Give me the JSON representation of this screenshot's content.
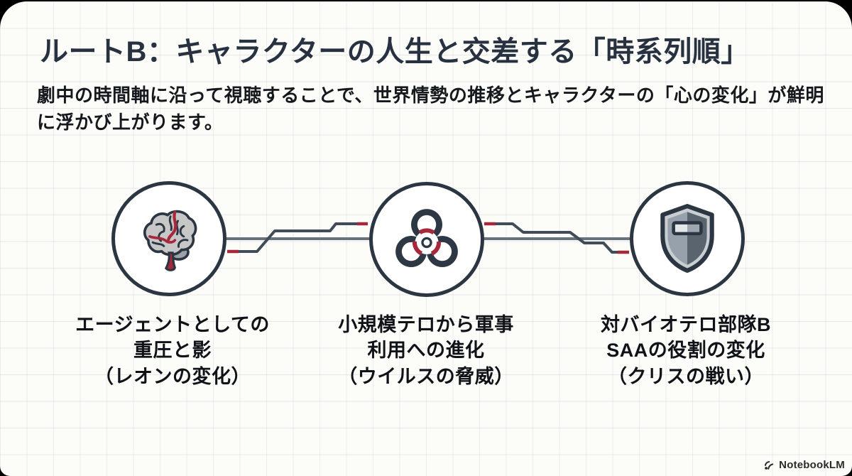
{
  "slide": {
    "title": "ルートB：キャラクターの人生と交差する「時系列順」",
    "subtitle": "劇中の時間軸に沿って視聴することで、世界情勢の推移とキャラクターの「心の変化」が鮮明に浮かび上がります。",
    "nodes": [
      {
        "icon": "brain-icon",
        "caption": "エージェントとしての\n重圧と影\n（レオンの変化）"
      },
      {
        "icon": "biohazard-icon",
        "caption": "小規模テロから軍事\n利用への進化\n（ウイルスの脅威）"
      },
      {
        "icon": "shield-icon",
        "caption": "対バイオテロ部隊B\nSAAの役割の変化\n（クリスの戦い）"
      }
    ],
    "footer": {
      "brand": "NotebookLM"
    },
    "colors": {
      "title_navy": "#273140",
      "body_black": "#15181d",
      "icon_dark": "#2b3642",
      "accent_red": "#a6283a",
      "trace_gray": "#66727e",
      "trace_dark": "#414c58",
      "paper": "#fcfcf9"
    }
  }
}
